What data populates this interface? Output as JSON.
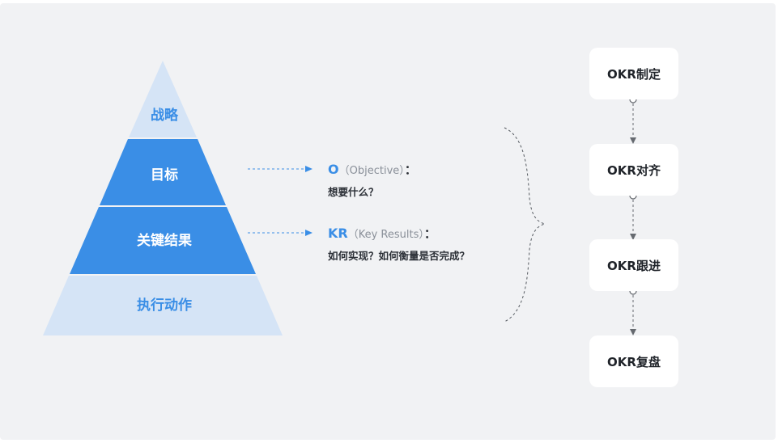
{
  "pyramid": {
    "levels": [
      {
        "label": "战略",
        "fill": "#d5e4f6",
        "text_color": "#3a8ee6"
      },
      {
        "label": "目标",
        "fill": "#3a8ee6",
        "text_color": "#ffffff"
      },
      {
        "label": "关键结果",
        "fill": "#3a8ee6",
        "text_color": "#ffffff"
      },
      {
        "label": "执行动作",
        "fill": "#d5e4f6",
        "text_color": "#3a8ee6"
      }
    ]
  },
  "definitions": [
    {
      "abbr": "O",
      "full": "Objective",
      "question": "想要什么？"
    },
    {
      "abbr": "KR",
      "full": "Key Results",
      "question": "如何实现？如何衡量是否完成？"
    }
  ],
  "process": {
    "steps": [
      "OKR制定",
      "OKR对齐",
      "OKR跟进",
      "OKR复盘"
    ]
  },
  "colors": {
    "accent": "#3a8ee6",
    "light": "#d5e4f6",
    "background": "#f1f2f4",
    "connector": "#666a70"
  }
}
